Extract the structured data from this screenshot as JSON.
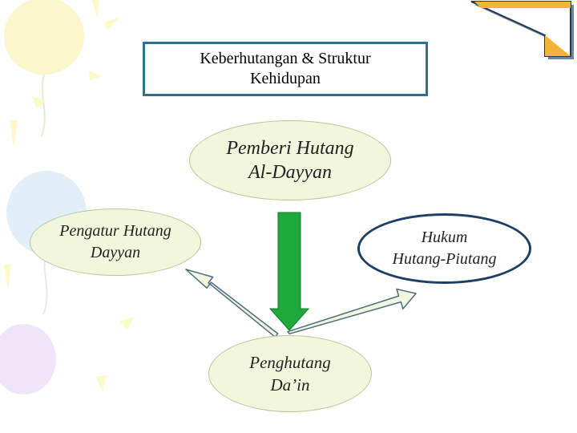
{
  "title": {
    "line1": "Keberhutangan & Struktur",
    "line2": "Kehidupan"
  },
  "nodes": {
    "lender": {
      "line1": "Pemberi Hutang",
      "line2": "Al-Dayyan"
    },
    "regulator": {
      "line1": "Pengatur Hutang",
      "line2": "Dayyan"
    },
    "law": {
      "line1": "Hukum",
      "line2": "Hutang-Piutang"
    },
    "borrower": {
      "line1": "Penghutang",
      "line2": "Da’in"
    }
  },
  "colors": {
    "title_border": "#2e6e8e",
    "node_fill": "#f2f6dc",
    "law_border": "#1d3f66",
    "down_arrow": "#1eaa3a",
    "up_arrows_fill": "#f2f6dc",
    "up_arrows_stroke": "#4f6b83"
  }
}
